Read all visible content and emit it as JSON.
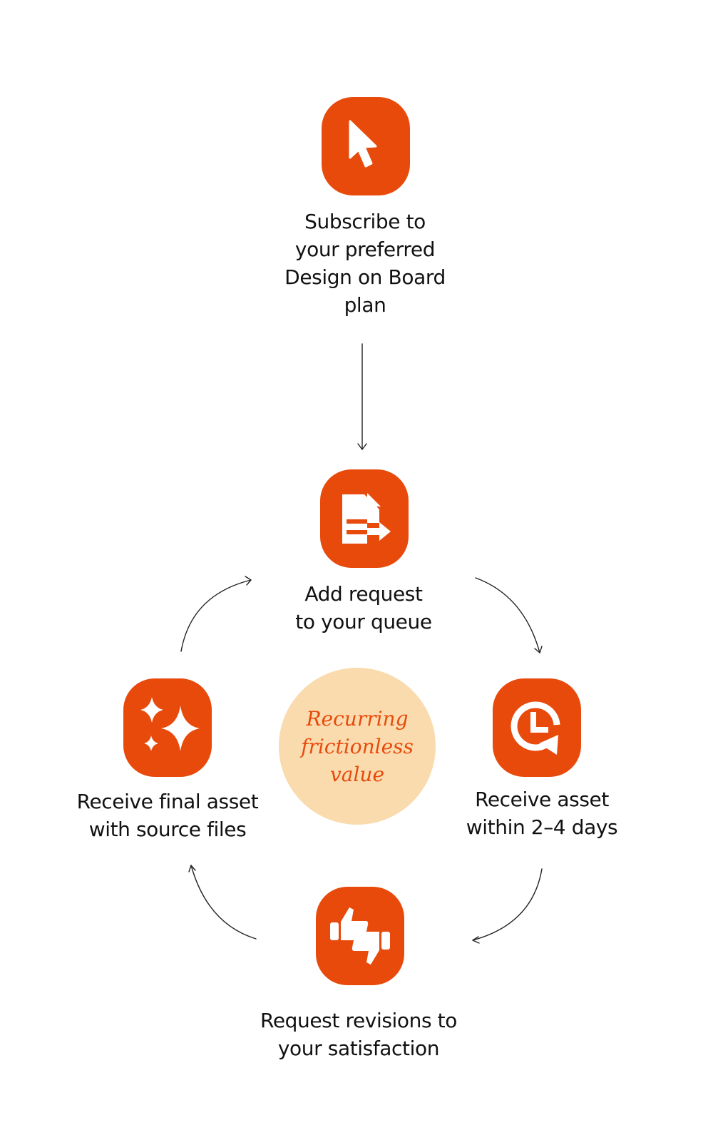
{
  "colors": {
    "accent": "#E84A0C",
    "center_fill": "#FADBAE",
    "arrow": "#222222",
    "text": "#111111"
  },
  "steps": [
    {
      "icon": "cursor-arrow-icon",
      "lines": [
        "Subscribe to",
        "your preferred",
        "Design on Board",
        "plan"
      ]
    },
    {
      "icon": "document-send-icon",
      "lines": [
        "Add request",
        "to your queue"
      ]
    },
    {
      "icon": "clock-refresh-icon",
      "lines": [
        "Receive asset",
        "within 2–4 days"
      ]
    },
    {
      "icon": "thumbs-up-down-icon",
      "lines": [
        "Request revisions to",
        "your satisfaction"
      ]
    },
    {
      "icon": "sparkles-icon",
      "lines": [
        "Receive final asset",
        "with source files"
      ]
    }
  ],
  "center": {
    "lines": [
      "Recurring",
      "frictionless",
      "value"
    ]
  }
}
